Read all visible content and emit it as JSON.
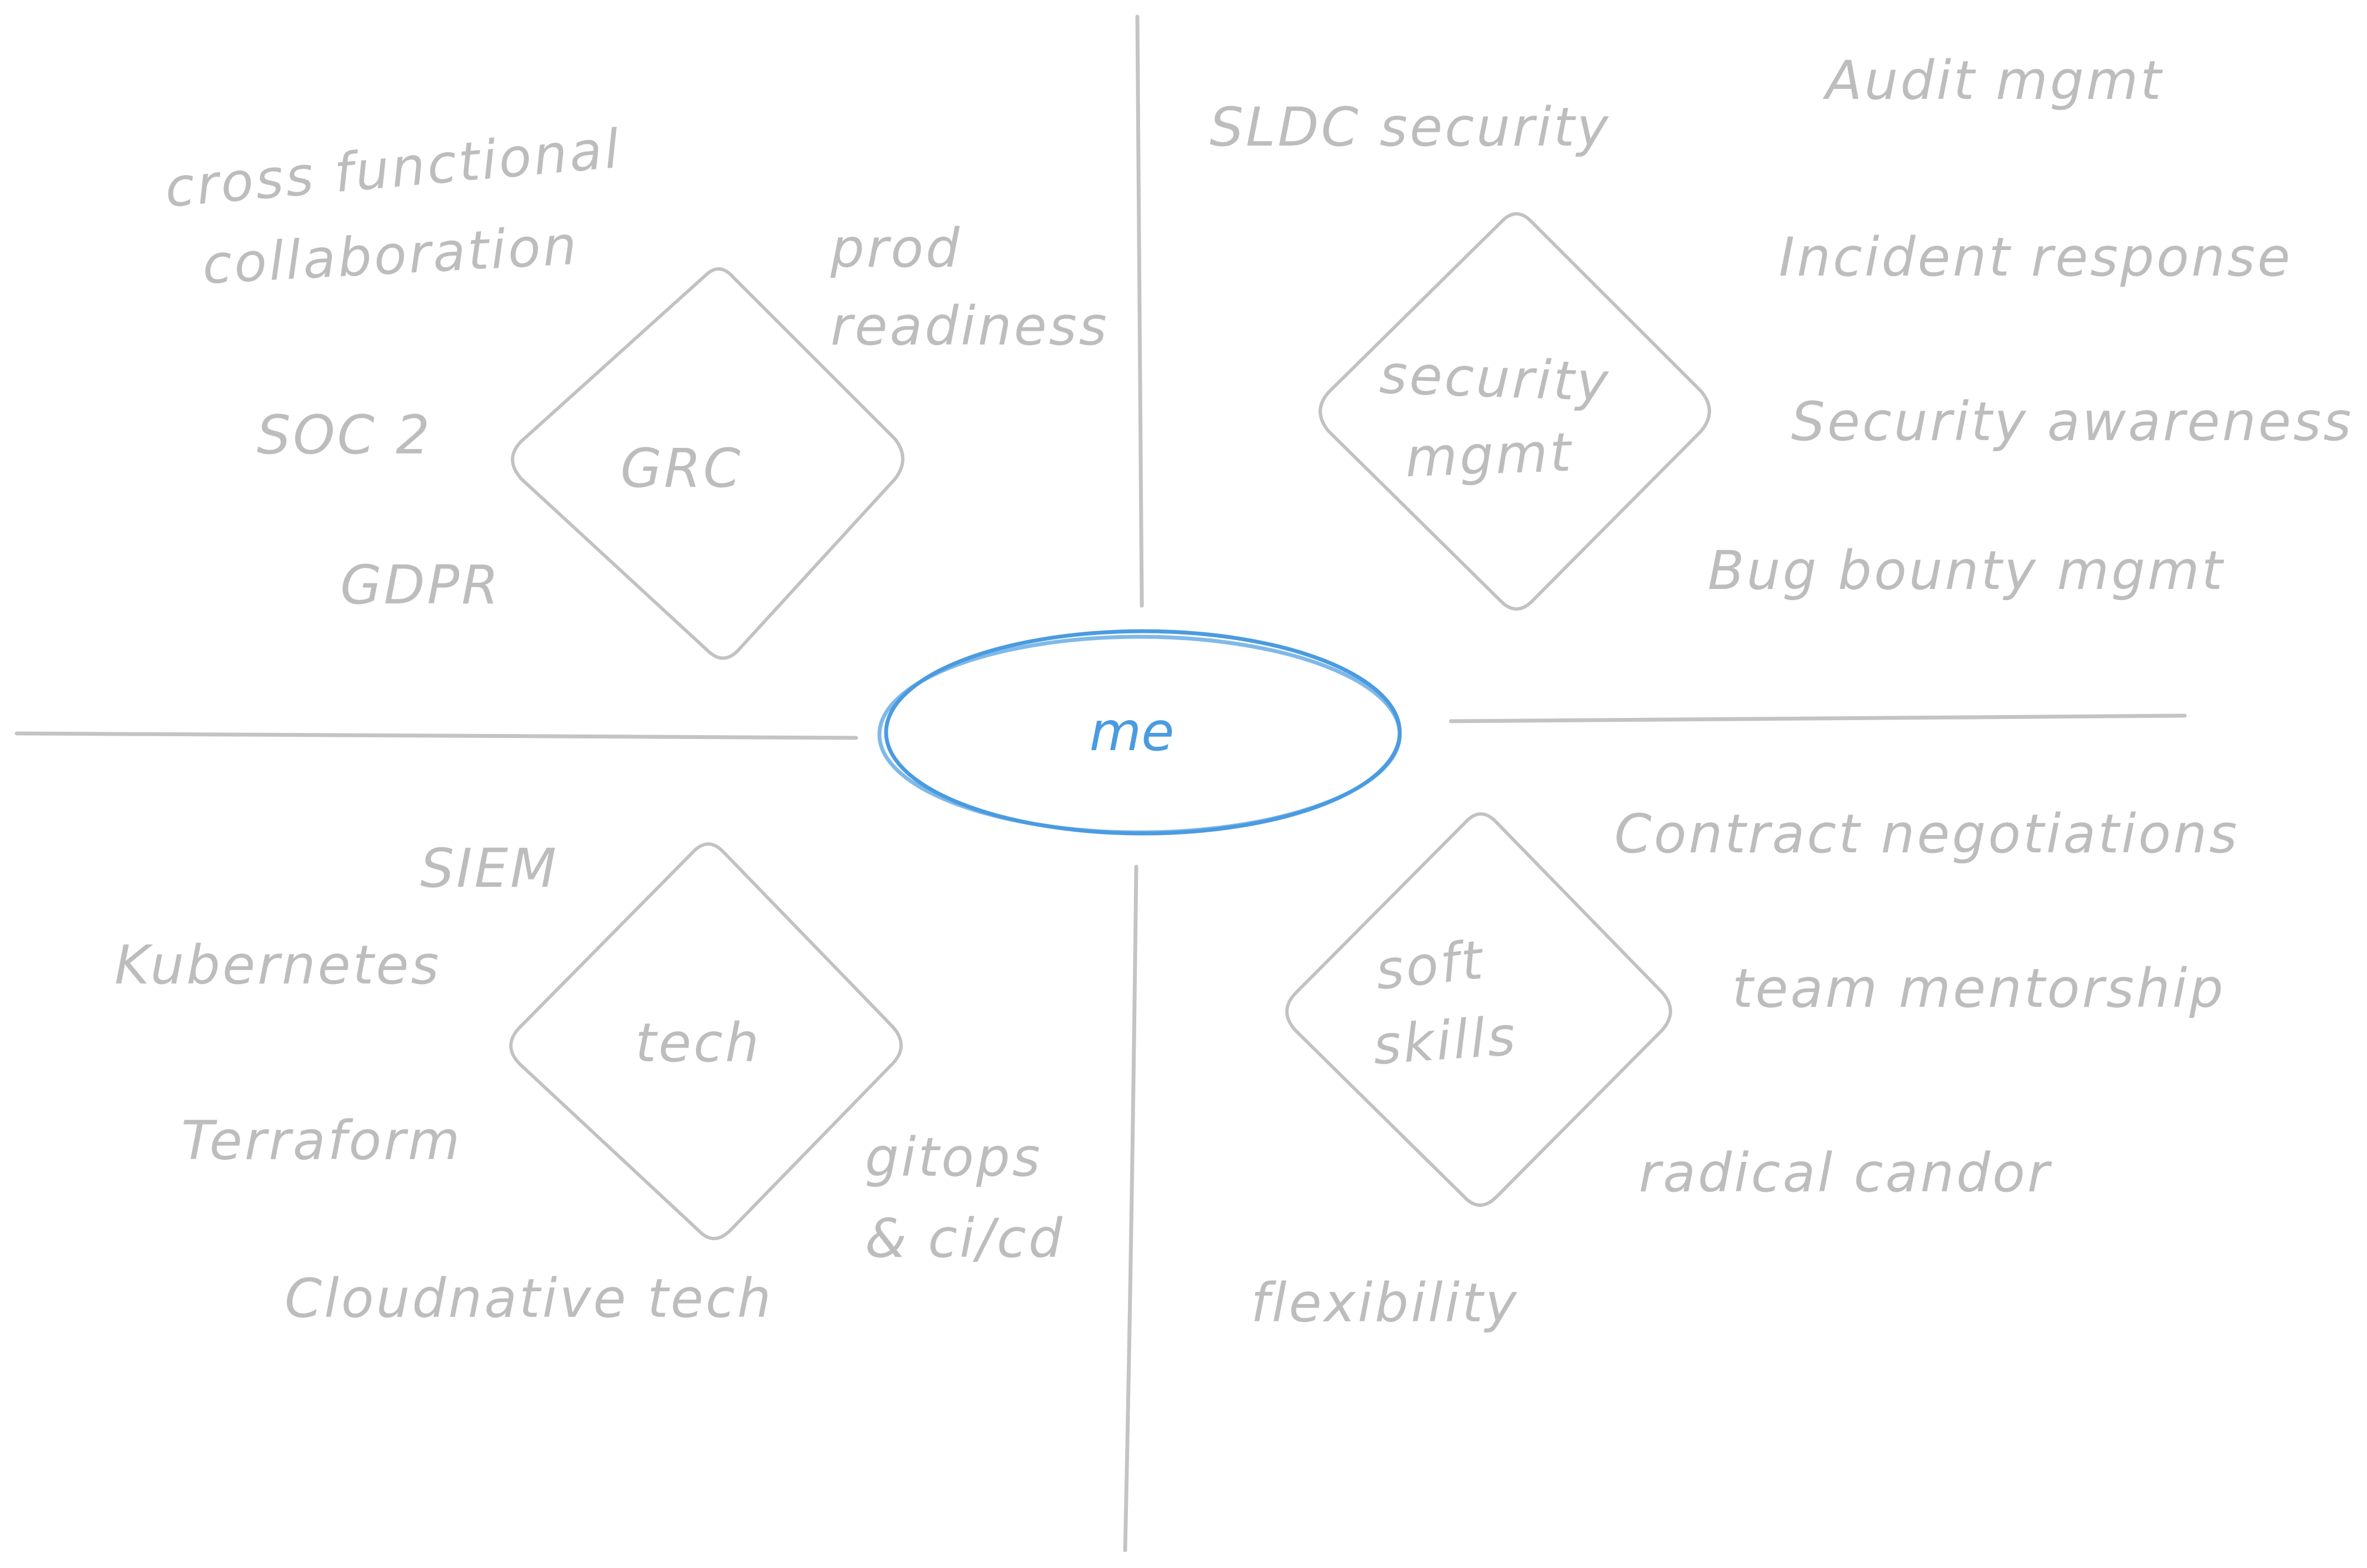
{
  "center": {
    "label": "me"
  },
  "quadrants": {
    "top_left": {
      "hub": "GRC",
      "items": [
        "cross functional",
        "collaboration",
        "prod",
        "readiness",
        "SOC 2",
        "GDPR"
      ]
    },
    "top_right": {
      "hub_lines": [
        "security",
        "mgmt"
      ],
      "items": [
        "SLDC security",
        "Audit mgmt",
        "Incident response",
        "Security awareness",
        "Bug bounty mgmt"
      ]
    },
    "bottom_left": {
      "hub": "tech",
      "items": [
        "SIEM",
        "Kubernetes",
        "Terraform",
        "gitops",
        "& ci/cd",
        "Cloudnative tech"
      ]
    },
    "bottom_right": {
      "hub_lines": [
        "soft",
        "skills"
      ],
      "items": [
        "Contract negotiations",
        "team mentorship",
        "radical candor",
        "flexibility"
      ]
    }
  },
  "colors": {
    "stroke_gray": "#c2c2c2",
    "text_gray": "#bdbdbd",
    "accent_blue": "#4a9be0"
  }
}
